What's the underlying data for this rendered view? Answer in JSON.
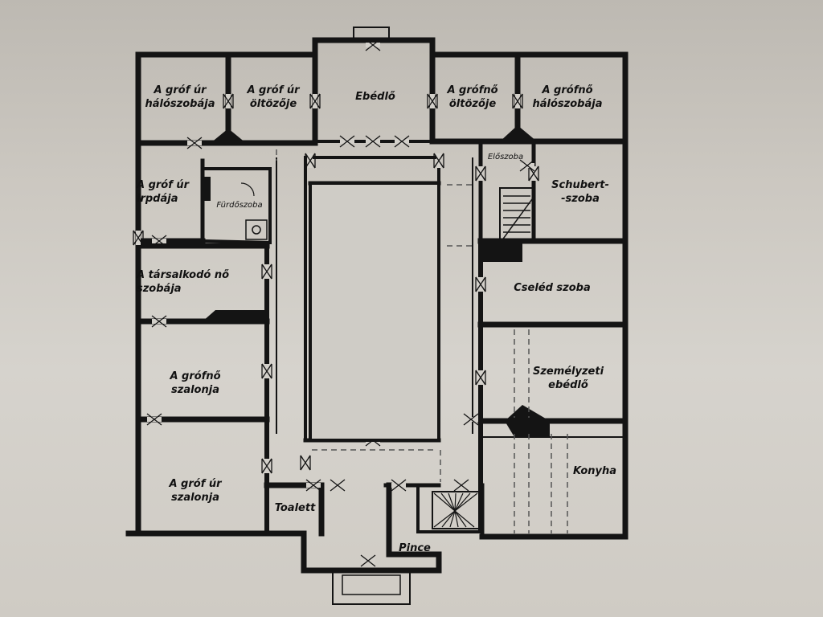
{
  "plan": {
    "rooms": {
      "grof_halo": [
        "A gróf úr",
        "hálószobája"
      ],
      "grof_oltozo": [
        "A gróf úr",
        "öltözője"
      ],
      "ebedlo": [
        "Ebédlő"
      ],
      "grofno_oltozo": [
        "A grófnő",
        "öltözője"
      ],
      "grofno_halo": [
        "A grófnő",
        "hálószobája"
      ],
      "eloszoba": [
        "Előszoba"
      ],
      "grof_irodaja": [
        "A gróf úr",
        "irpdája"
      ],
      "furdoszoba": [
        "Fürdőszoba"
      ],
      "schubert": [
        "Schubert-",
        "-szoba"
      ],
      "tarsalkodo": [
        "A társalkodó nő",
        "szobája"
      ],
      "cseled": [
        "Cseléd szoba"
      ],
      "grofno_szalon": [
        "A grófnő",
        "szalonja"
      ],
      "szemelyzeti": [
        "Személyzeti",
        "ebédlő"
      ],
      "grof_szalon": [
        "A gróf úr",
        "szalonja"
      ],
      "konyha": [
        "Konyha"
      ],
      "toalett": [
        "Toalett"
      ],
      "pince": [
        "Pince"
      ]
    },
    "colors": {
      "ink": "#141414",
      "paper_fill": "#d3d0ca",
      "court_fill": "#cfccc6"
    }
  }
}
